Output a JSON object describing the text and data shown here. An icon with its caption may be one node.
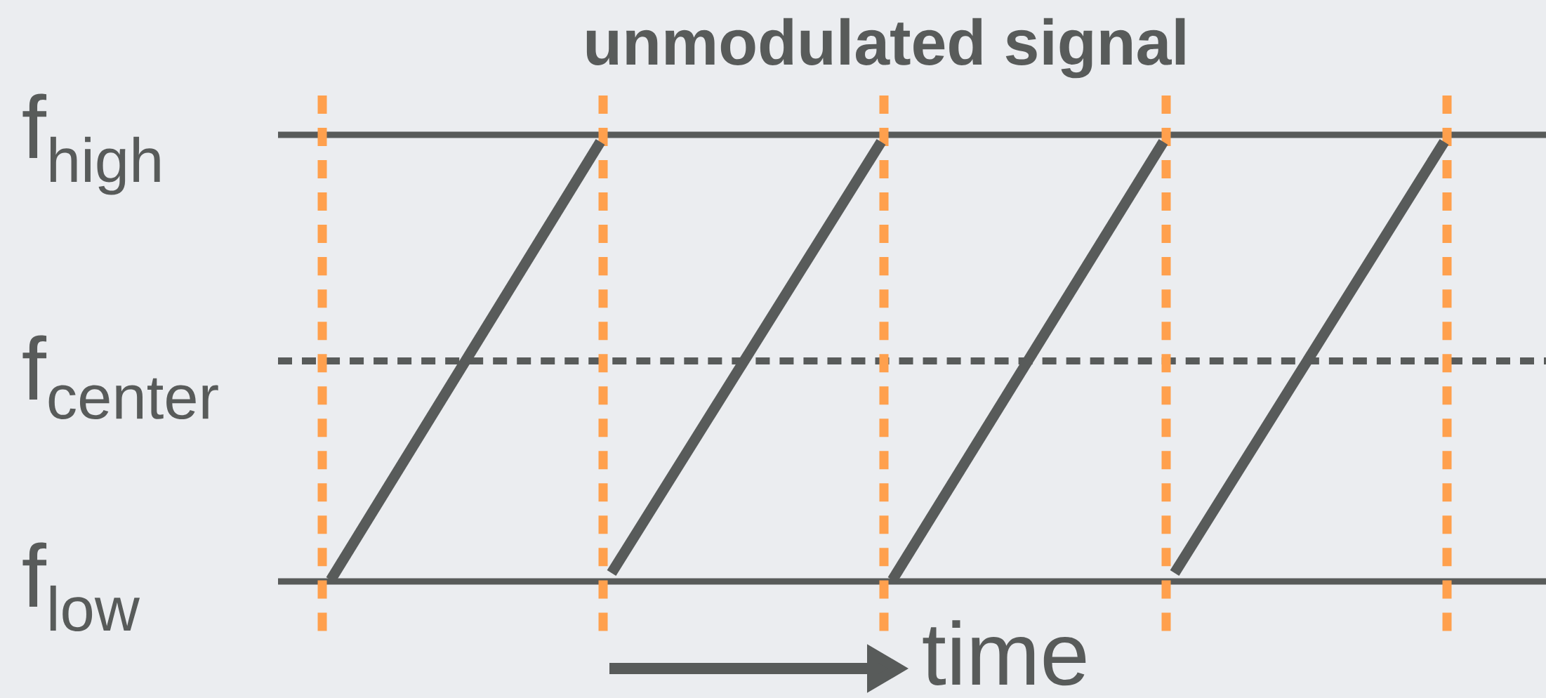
{
  "diagram": {
    "title": "unmodulated signal",
    "labels": [
      "f$_{high}$",
      "f$_{center}$",
      "f$_{low}$",
      "time"
    ]
  }
}
